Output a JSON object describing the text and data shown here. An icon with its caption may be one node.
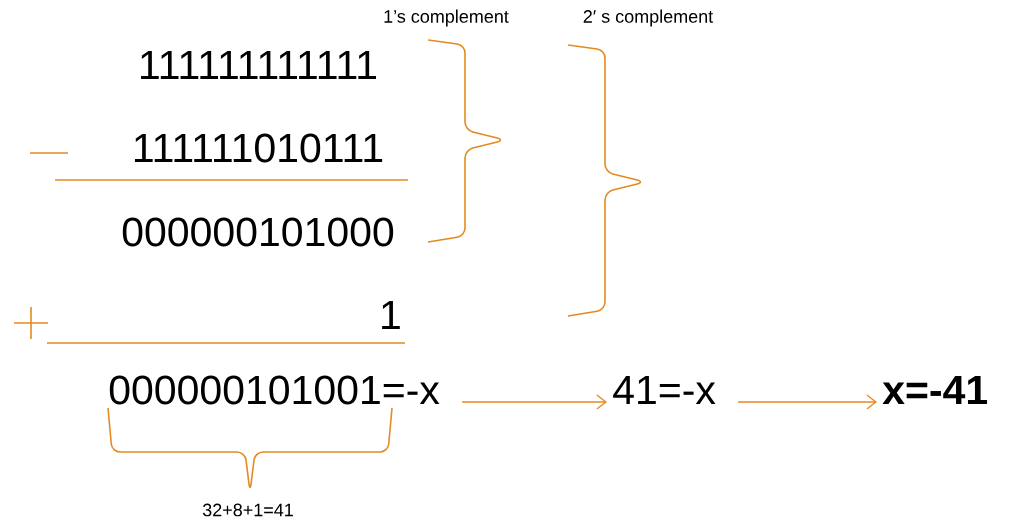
{
  "diagram": {
    "nodes": [
      {
        "text": [
          "000000101001=-x"
        ]
      },
      {
        "text": [
          "41=-x"
        ]
      },
      {
        "text": [
          "x=-41"
        ]
      }
    ],
    "edges": [
      {
        "from": 0,
        "to": 1,
        "arrow": "to"
      },
      {
        "from": 1,
        "to": 2,
        "arrow": "to"
      }
    ],
    "labels": [
      "1’s complement",
      "2′ s complement",
      "111111111111",
      "111111010111",
      "000000101000",
      "1",
      "32+8+1=41"
    ]
  }
}
